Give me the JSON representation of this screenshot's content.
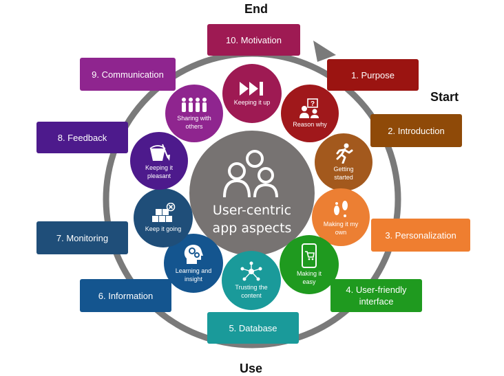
{
  "markers": {
    "end": "End",
    "start": "Start",
    "use": "Use"
  },
  "center": {
    "line1": "User-centric",
    "line2": "app aspects",
    "icon": "users-icon"
  },
  "steps": [
    {
      "label": "1. Purpose",
      "color": "#9b1411"
    },
    {
      "label": "2. Introduction",
      "color": "#8f4a08"
    },
    {
      "label": "3. Personalization",
      "color": "#ef7e30"
    },
    {
      "label": "4. User-friendly interface",
      "color": "#1f9a1f"
    },
    {
      "label": "5. Database",
      "color": "#1a9a9a"
    },
    {
      "label": "6. Information",
      "color": "#14558f"
    },
    {
      "label": "7. Monitoring",
      "color": "#1f4e79"
    },
    {
      "label": "8. Feedback",
      "color": "#4d1a8c"
    },
    {
      "label": "9. Communication",
      "color": "#8f258f"
    },
    {
      "label": "10. Motivation",
      "color": "#9e1a53"
    }
  ],
  "aspects": [
    {
      "label": "Reason why",
      "icon": "question-presenter-icon",
      "color": "#a0181b"
    },
    {
      "label": "Getting started",
      "icon": "running-person-icon",
      "color": "#a3591d"
    },
    {
      "label": "Making it my own",
      "icon": "footprints-icon",
      "color": "#ec7f33"
    },
    {
      "label": "Making it easy",
      "icon": "mobile-cart-icon",
      "color": "#1f9a1f"
    },
    {
      "label": "Trusting the content",
      "icon": "network-icon",
      "color": "#1a9a9a"
    },
    {
      "label": "Learning and insight",
      "icon": "brain-gears-icon",
      "color": "#14558f"
    },
    {
      "label": "Keep it going",
      "icon": "boxes-icon",
      "color": "#1f4e79"
    },
    {
      "label": "Keeping it pleasant",
      "icon": "bucket-shovel-icon",
      "color": "#4d1a8c"
    },
    {
      "label": "Sharing with others",
      "icon": "group-icon",
      "color": "#8f258f"
    },
    {
      "label": "Keeping it up",
      "icon": "fast-forward-icon",
      "color": "#9e1a53"
    }
  ],
  "ring_color": "#7a7a7a"
}
